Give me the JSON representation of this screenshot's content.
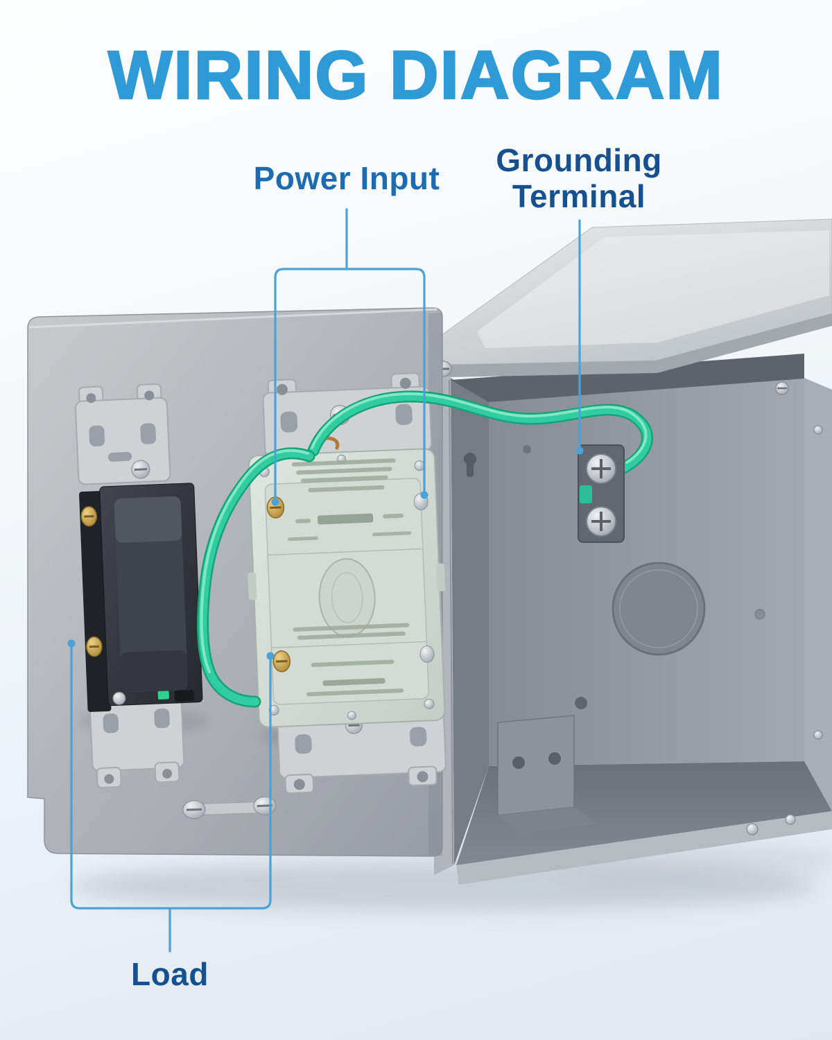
{
  "page": {
    "title": "WIRING DIAGRAM",
    "title_color": "#2e9bd6",
    "background_top": "#fdfefe",
    "background_bottom": "#dfe8f1"
  },
  "annotations": {
    "leader_color": "#4aa2d9",
    "power_input": {
      "label": "Power Input",
      "color": "#1d6cb2"
    },
    "grounding_terminal": {
      "line1": "Grounding",
      "line2": "Terminal",
      "color": "#17508e"
    },
    "load": {
      "label": "Load",
      "color": "#17508e"
    }
  },
  "illustration": {
    "wire_color": "#2fcd9f",
    "wire_shadow_color": "#17a278",
    "brass_color": "#c59b4a",
    "plate_color": "#b3b7bb",
    "box_color": "#8f969e",
    "device_color": "#d5ddd7",
    "switch_color": "#2c2f34"
  }
}
